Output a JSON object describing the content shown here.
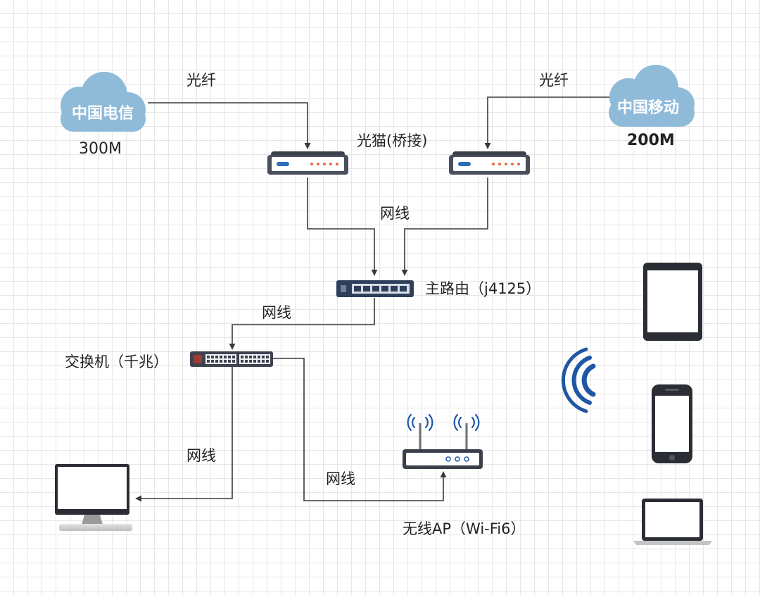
{
  "isps": {
    "telecom": {
      "name": "中国电信",
      "speed": "300M",
      "link_label": "光纤"
    },
    "mobile": {
      "name": "中国移动",
      "speed": "200M",
      "link_label": "光纤"
    }
  },
  "modem": {
    "label": "光猫(桥接)"
  },
  "router": {
    "label": "主路由（j4125）",
    "uplink_label": "网线"
  },
  "switch": {
    "label": "交换机（千兆）",
    "uplink_label": "网线"
  },
  "desktop": {
    "link_label": "网线"
  },
  "ap": {
    "label": "无线AP（Wi-Fi6）",
    "link_label": "网线"
  },
  "colors": {
    "cloud": "#8fbbd9",
    "device_dark": "#3b3f4a",
    "wifi_blue": "#1f57a5",
    "line": "#3a3a3a"
  }
}
